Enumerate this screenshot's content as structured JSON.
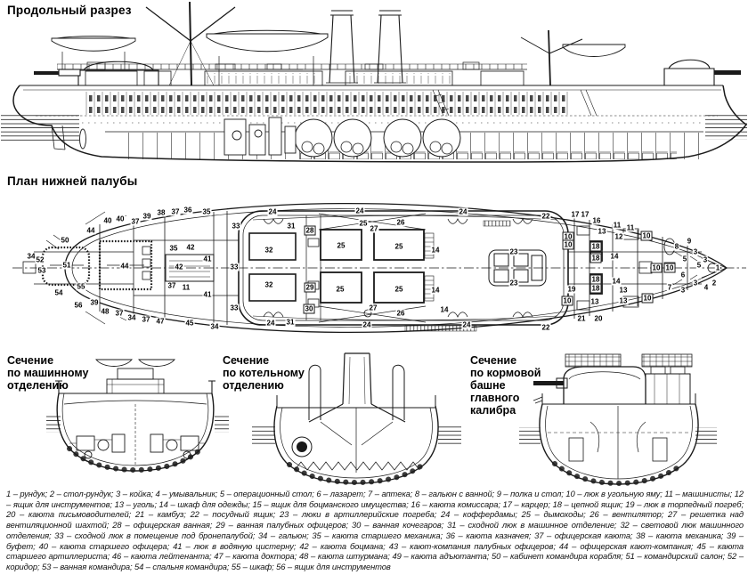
{
  "page": {
    "background": "#ffffff",
    "ink": "#1a1a1a"
  },
  "sections": {
    "longitudinal": {
      "title": "Продольный разрез"
    },
    "deck_plan": {
      "title": "План нижней палубы"
    },
    "cross_engine": {
      "title": "Сечение\nпо машинному\nотделению"
    },
    "cross_boiler": {
      "title": "Сечение\nпо котельному\nотделению"
    },
    "cross_turret": {
      "title": "Сечение\nпо кормовой\nбашне\nглавного\nкалибра"
    }
  },
  "plan_labels": [
    [
      "34",
      35,
      288
    ],
    [
      "52",
      45,
      292
    ],
    [
      "53",
      47,
      304
    ],
    [
      "50",
      73,
      270
    ],
    [
      "51",
      75,
      298
    ],
    [
      "54",
      66,
      329
    ],
    [
      "55",
      91,
      322
    ],
    [
      "56",
      88,
      343
    ],
    [
      "44",
      102,
      259
    ],
    [
      "44",
      140,
      299
    ],
    [
      "39",
      106,
      340
    ],
    [
      "48",
      118,
      350
    ],
    [
      "37",
      134,
      352
    ],
    [
      "34",
      148,
      357
    ],
    [
      "37",
      164,
      359
    ],
    [
      "47",
      180,
      361
    ],
    [
      "45",
      213,
      363
    ],
    [
      "34",
      241,
      367
    ],
    [
      "40",
      121,
      248
    ],
    [
      "40",
      135,
      246
    ],
    [
      "37",
      152,
      249
    ],
    [
      "39",
      165,
      243
    ],
    [
      "38",
      181,
      239
    ],
    [
      "37",
      197,
      238
    ],
    [
      "36",
      211,
      236
    ],
    [
      "35",
      232,
      238
    ],
    [
      "35",
      195,
      279
    ],
    [
      "42",
      214,
      278
    ],
    [
      "41",
      233,
      291
    ],
    [
      "42",
      201,
      300
    ],
    [
      "37",
      193,
      321
    ],
    [
      "11",
      209,
      323
    ],
    [
      "41",
      233,
      331
    ],
    [
      "33",
      265,
      254
    ],
    [
      "33",
      263,
      300
    ],
    [
      "33",
      263,
      346
    ],
    [
      "24",
      306,
      238
    ],
    [
      "24",
      404,
      237
    ],
    [
      "24",
      520,
      238
    ],
    [
      "31",
      327,
      254
    ],
    [
      "28",
      348,
      259,
      1
    ],
    [
      "25",
      408,
      251
    ],
    [
      "27",
      420,
      257
    ],
    [
      "26",
      450,
      250
    ],
    [
      "32",
      302,
      281
    ],
    [
      "25",
      383,
      276
    ],
    [
      "25",
      448,
      277
    ],
    [
      "14",
      489,
      281
    ],
    [
      "32",
      302,
      320
    ],
    [
      "29",
      348,
      323,
      1
    ],
    [
      "25",
      382,
      325
    ],
    [
      "25",
      448,
      325
    ],
    [
      "14",
      489,
      326
    ],
    [
      "30",
      347,
      347,
      1
    ],
    [
      "27",
      419,
      346
    ],
    [
      "26",
      450,
      352
    ],
    [
      "24",
      304,
      363
    ],
    [
      "31",
      326,
      362
    ],
    [
      "24",
      412,
      365
    ],
    [
      "24",
      524,
      365
    ],
    [
      "14",
      499,
      348
    ],
    [
      "23",
      577,
      283
    ],
    [
      "23",
      577,
      318
    ],
    [
      "22",
      613,
      243
    ],
    [
      "22",
      613,
      368
    ],
    [
      "17",
      646,
      241
    ],
    [
      "17",
      657,
      241
    ],
    [
      "16",
      670,
      248
    ],
    [
      "11",
      693,
      253
    ],
    [
      "11",
      708,
      256
    ],
    [
      "13",
      676,
      260
    ],
    [
      "12",
      695,
      266
    ],
    [
      "10",
      726,
      265,
      1
    ],
    [
      "10",
      638,
      266,
      1
    ],
    [
      "10",
      638,
      275,
      1
    ],
    [
      "18",
      669,
      277,
      1
    ],
    [
      "18",
      669,
      290,
      1
    ],
    [
      "14",
      690,
      288
    ],
    [
      "8",
      760,
      277
    ],
    [
      "9",
      774,
      271
    ],
    [
      "3",
      781,
      283
    ],
    [
      "3",
      792,
      292
    ],
    [
      "5",
      769,
      291
    ],
    [
      "5",
      785,
      298
    ],
    [
      "10",
      737,
      301,
      1
    ],
    [
      "10",
      752,
      301,
      1
    ],
    [
      "1",
      806,
      301
    ],
    [
      "6",
      767,
      309
    ],
    [
      "7",
      752,
      323
    ],
    [
      "3",
      767,
      326
    ],
    [
      "3",
      781,
      318
    ],
    [
      "2",
      802,
      318
    ],
    [
      "4",
      793,
      323
    ],
    [
      "13",
      700,
      326
    ],
    [
      "13",
      700,
      338
    ],
    [
      "10",
      727,
      335,
      1
    ],
    [
      "14",
      692,
      316
    ],
    [
      "18",
      669,
      314,
      1
    ],
    [
      "18",
      669,
      324,
      1
    ],
    [
      "19",
      642,
      325
    ],
    [
      "10",
      637,
      338,
      1
    ],
    [
      "13",
      668,
      339
    ],
    [
      "21",
      653,
      358
    ],
    [
      "20",
      672,
      358
    ]
  ],
  "legend": {
    "separator": "; ",
    "dash": " – ",
    "items": [
      {
        "n": 1,
        "text": "рундук"
      },
      {
        "n": 2,
        "text": "стол-рундук"
      },
      {
        "n": 3,
        "text": "койка"
      },
      {
        "n": 4,
        "text": "умывальник"
      },
      {
        "n": 5,
        "text": "операционный стол"
      },
      {
        "n": 6,
        "text": "лазарет"
      },
      {
        "n": 7,
        "text": "аптека"
      },
      {
        "n": 8,
        "text": "гальюн с ванной"
      },
      {
        "n": 9,
        "text": "полка и стол"
      },
      {
        "n": 10,
        "text": "люк в угольную яму"
      },
      {
        "n": 11,
        "text": "машинисты"
      },
      {
        "n": 12,
        "text": "ящик для инструментов"
      },
      {
        "n": 13,
        "text": "уголь"
      },
      {
        "n": 14,
        "text": "шкаф для одежды"
      },
      {
        "n": 15,
        "text": "ящик для боцманского имущества"
      },
      {
        "n": 16,
        "text": "каюта комиссара"
      },
      {
        "n": 17,
        "text": "карцер"
      },
      {
        "n": 18,
        "text": "цепной ящик"
      },
      {
        "n": 19,
        "text": "люк в торпедный погреб"
      },
      {
        "n": 20,
        "text": "каюта письмоводителей"
      },
      {
        "n": 21,
        "text": "камбуз"
      },
      {
        "n": 22,
        "text": "посудный ящик"
      },
      {
        "n": 23,
        "text": "люки в артиллерийские погреба"
      },
      {
        "n": 24,
        "text": "коффердамы"
      },
      {
        "n": 25,
        "text": "дымоходы"
      },
      {
        "n": 26,
        "text": "вентилятор"
      },
      {
        "n": 27,
        "text": "решетка над вентиляционной шахтой"
      },
      {
        "n": 28,
        "text": "офицерская ванная"
      },
      {
        "n": 29,
        "text": "ванная палубных офицеров"
      },
      {
        "n": 30,
        "text": "ванная кочегаров"
      },
      {
        "n": 31,
        "text": "сходной люк в машинное отделение"
      },
      {
        "n": 32,
        "text": "световой люк машинного отделения"
      },
      {
        "n": 33,
        "text": "сходной люк в помещение под бронепалубой"
      },
      {
        "n": 34,
        "text": "гальюн"
      },
      {
        "n": 35,
        "text": "каюта старшего механика"
      },
      {
        "n": 36,
        "text": "каюта казначея"
      },
      {
        "n": 37,
        "text": "офицерская каюта"
      },
      {
        "n": 38,
        "text": "каюта механика"
      },
      {
        "n": 39,
        "text": "буфет"
      },
      {
        "n": 40,
        "text": "каюта старшего офицера"
      },
      {
        "n": 41,
        "text": "люк в водяную цистерну"
      },
      {
        "n": 42,
        "text": "каюта боцмана"
      },
      {
        "n": 43,
        "text": "кают-компания палубных офицеров"
      },
      {
        "n": 44,
        "text": "офицерская кают-компания"
      },
      {
        "n": 45,
        "text": "каюта старшего артиллериста"
      },
      {
        "n": 46,
        "text": "каюта лейтенанта"
      },
      {
        "n": 47,
        "text": "каюта доктора"
      },
      {
        "n": 48,
        "text": "каюта штурмана"
      },
      {
        "n": 49,
        "text": "каюта адъютанта"
      },
      {
        "n": 50,
        "text": "кабинет командира корабля"
      },
      {
        "n": 51,
        "text": "командирский салон"
      },
      {
        "n": 52,
        "text": "коридор"
      },
      {
        "n": 53,
        "text": "ванная командира"
      },
      {
        "n": 54,
        "text": "спальня командира"
      },
      {
        "n": 55,
        "text": "шкаф"
      },
      {
        "n": 56,
        "text": "ящик для инструментов"
      }
    ]
  }
}
